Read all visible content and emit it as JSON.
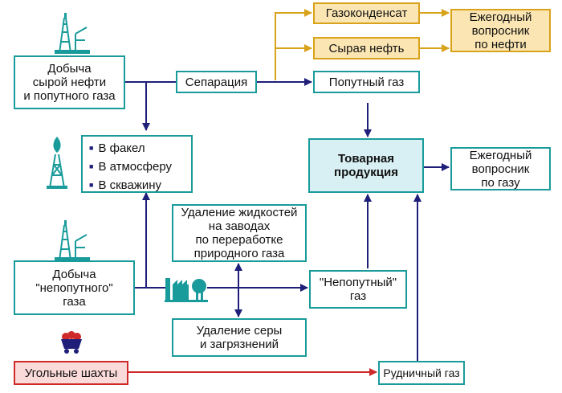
{
  "nodes": {
    "oil_production": "Добыча\nсырой нефти\nи попутного газа",
    "separation": "Сепарация",
    "gas_condensate": "Газоконденсат",
    "crude_oil": "Сырая нефть",
    "oil_annual": "Ежегодный\nвопросник\nпо нефти",
    "associated_gas": "Попутный газ",
    "disposal_items": [
      "В факел",
      "В атмосферу",
      "В скважину"
    ],
    "marketable": "Товарная\nпродукция",
    "gas_annual": "Ежегодный\nвопросник\nпо газу",
    "liquids_removal": "Удаление жидкостей\nна заводах\nпо переработке\nприродного газа",
    "nonassoc_production": "Добыча\n\"непопутного\"\nгаза",
    "nonassoc_gas": "\"Непопутный\"\nгаз",
    "sulfur_removal": "Удаление серы\nи загрязнений",
    "coal_mines": "Угольные шахты",
    "mine_gas": "Рудничный газ"
  },
  "colors": {
    "teal": "#1a9b9b",
    "navy": "#1f1f7a",
    "orange": "#d9a21b",
    "orange_fill": "#fbe6b3",
    "red": "#cf2a2a",
    "red_fill": "#fbdada",
    "central_fill": "#d8f0f3"
  },
  "icons": [
    "oil-rig-icon",
    "gas-flare-icon",
    "gas-plant-icon",
    "coal-cart-icon"
  ]
}
